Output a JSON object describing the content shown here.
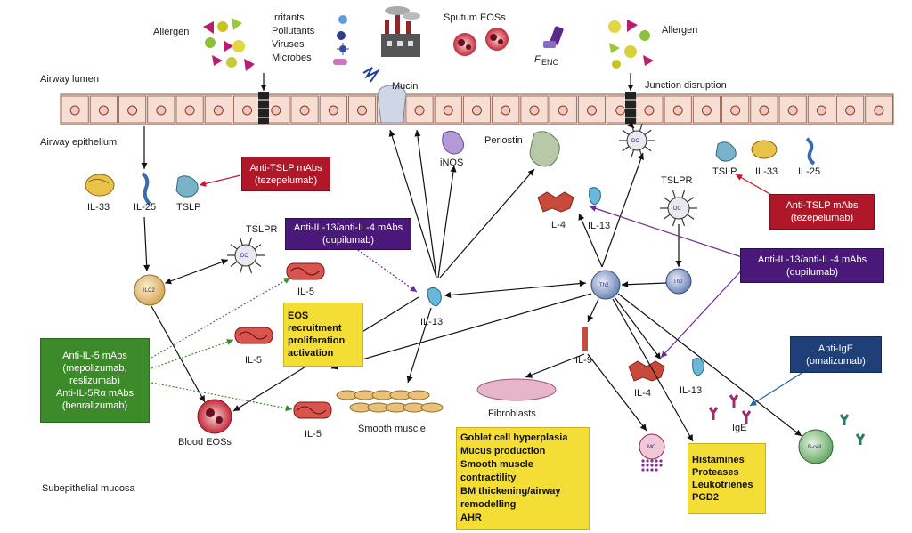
{
  "labels": {
    "allergen_left": "Allergen",
    "allergen_right": "Allergen",
    "irritants": "Irritants",
    "pollutants": "Pollutants",
    "viruses": "Viruses",
    "microbes": "Microbes",
    "sputum_eos": "Sputum EOSs",
    "feno": "F",
    "feno_sub": "ENO",
    "airway_lumen": "Airway lumen",
    "mucin": "Mucin",
    "junction_disruption": "Junction disruption",
    "airway_epithelium": "Airway epithelium",
    "periostin": "Periostin",
    "inos": "iNOS",
    "il33_left": "IL-33",
    "il25_left": "IL-25",
    "tslp_left": "TSLP",
    "tslpr_left": "TSLPR",
    "tslpr_right": "TSLPR",
    "tslp_right": "TSLP",
    "il33_right": "IL-33",
    "il25_right": "IL-25",
    "il4_top": "IL-4",
    "il13_top": "IL-13",
    "il5_a": "IL-5",
    "il5_b": "IL-5",
    "il5_c": "IL-5",
    "il13_center": "IL-13",
    "il9": "IL-9",
    "il4_bottom": "IL-4",
    "il13_bottom": "IL-13",
    "ige": "IgE",
    "fibroblasts": "Fibroblasts",
    "smooth_muscle": "Smooth muscle",
    "blood_eos": "Blood EOSs",
    "subepithelial": "Subepithelial mucosa"
  },
  "cells": {
    "dc": "DC",
    "ilc2": "ILC2",
    "th2": "Th2",
    "th0": "Th0",
    "mc": "MC",
    "bcell": "B-cell"
  },
  "boxes": {
    "anti_tslp_left": [
      "Anti-TSLP mAbs",
      "(tezepelumab)"
    ],
    "anti_tslp_right": [
      "Anti-TSLP mAbs",
      "(tezepelumab)"
    ],
    "anti_il13_left": [
      "Anti-IL-13/anti-IL-4 mAbs",
      "(dupilumab)"
    ],
    "anti_il13_right": [
      "Anti-IL-13/anti-IL-4 mAbs",
      "(dupilumab)"
    ],
    "anti_il5": [
      "Anti-IL-5 mAbs",
      "(mepolizumab,",
      "reslizumab)",
      "Anti-IL-5Rα mAbs",
      "(benralizumab)"
    ],
    "anti_ige": [
      "Anti-IgE",
      "(omalizumab)"
    ],
    "eos_effects": [
      "EOS",
      "recruitment",
      "proliferation",
      "activation"
    ],
    "remodelling": [
      "Goblet cell hyperplasia",
      "Mucus production",
      "Smooth muscle",
      "   contractility",
      "BM thickening/airway",
      "   remodelling",
      "AHR"
    ],
    "mediators": [
      "Histamines",
      "Proteases",
      "Leukotrienes",
      "PGD2"
    ]
  },
  "colors": {
    "red_box": "#b0182a",
    "purple_box": "#4a1878",
    "green_box": "#3d8a2b",
    "blue_box": "#1e3f78",
    "yellow_box": "#f4dd35",
    "epithelium": "#f3d9cf"
  }
}
